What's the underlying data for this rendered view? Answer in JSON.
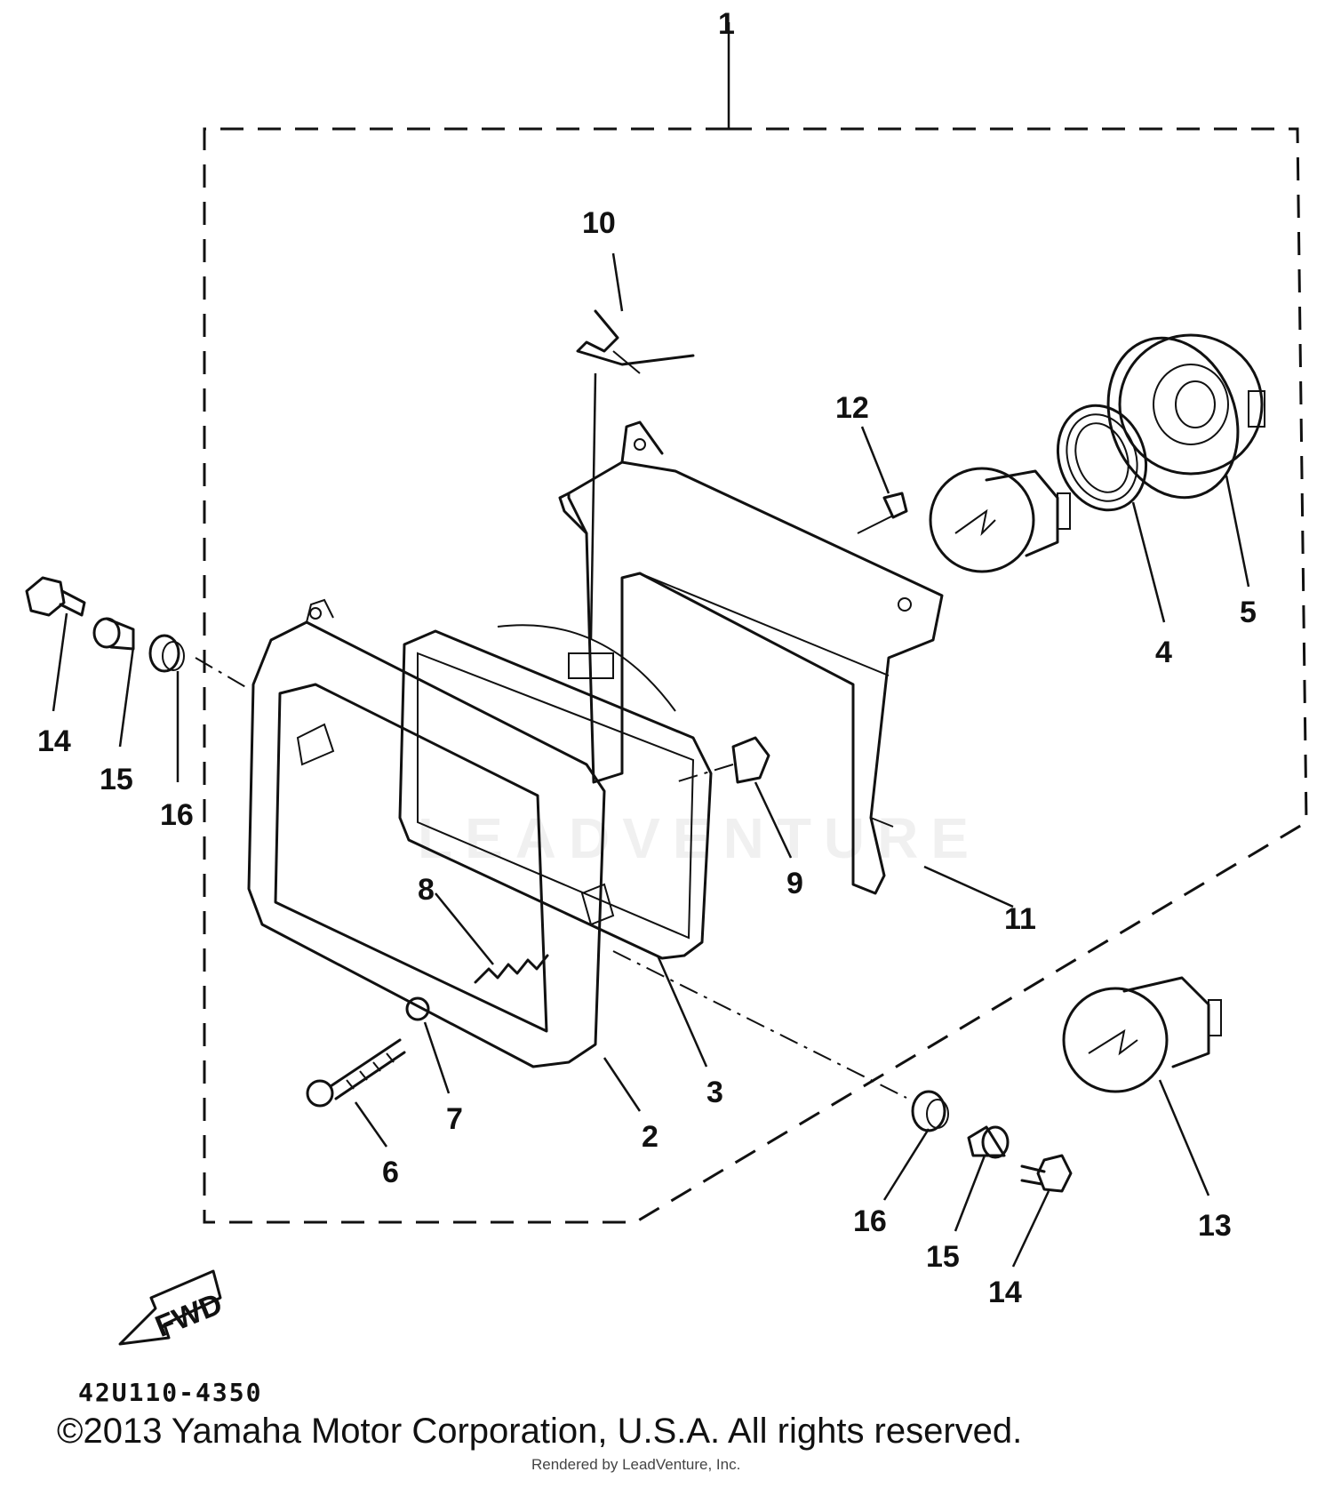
{
  "diagram": {
    "callouts": [
      {
        "id": "c1",
        "label": "1"
      },
      {
        "id": "c2",
        "label": "2"
      },
      {
        "id": "c3",
        "label": "3"
      },
      {
        "id": "c4",
        "label": "4"
      },
      {
        "id": "c5",
        "label": "5"
      },
      {
        "id": "c6",
        "label": "6"
      },
      {
        "id": "c7",
        "label": "7"
      },
      {
        "id": "c8",
        "label": "8"
      },
      {
        "id": "c9",
        "label": "9"
      },
      {
        "id": "c10",
        "label": "10"
      },
      {
        "id": "c11",
        "label": "11"
      },
      {
        "id": "c12",
        "label": "12"
      },
      {
        "id": "c13",
        "label": "13"
      },
      {
        "id": "c14a",
        "label": "14"
      },
      {
        "id": "c15a",
        "label": "15"
      },
      {
        "id": "c16a",
        "label": "16"
      },
      {
        "id": "c16b",
        "label": "16"
      },
      {
        "id": "c15b",
        "label": "15"
      },
      {
        "id": "c14b",
        "label": "14"
      }
    ],
    "fwd_label": "FWD",
    "watermark": "LEADVENTURE",
    "diagram_code": "42U110-4350"
  },
  "footer": {
    "copyright": "©2013 Yamaha Motor Corporation, U.S.A. All rights reserved.",
    "rendered_by": "Rendered by LeadVenture, Inc."
  }
}
